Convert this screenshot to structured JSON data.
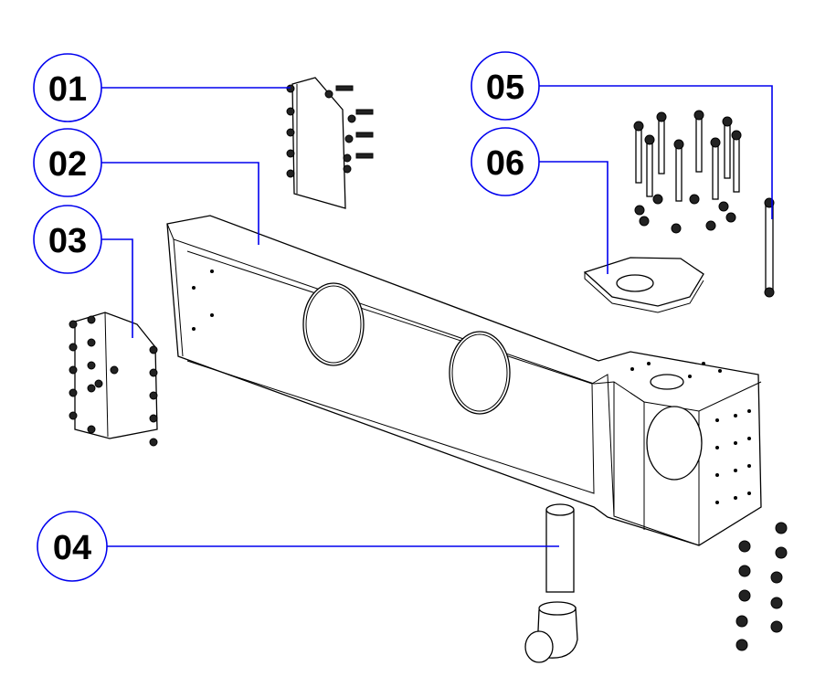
{
  "diagram": {
    "callouts": [
      {
        "id": "01",
        "label": "01"
      },
      {
        "id": "02",
        "label": "02"
      },
      {
        "id": "03",
        "label": "03"
      },
      {
        "id": "04",
        "label": "04"
      },
      {
        "id": "05",
        "label": "05"
      },
      {
        "id": "06",
        "label": "06"
      }
    ],
    "colors": {
      "callout": "#0000ee",
      "line": "#000000"
    }
  }
}
